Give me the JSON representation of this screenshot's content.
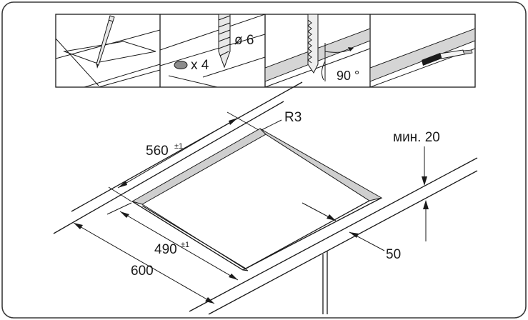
{
  "steps": [
    {
      "icon": "pencil-marking-icon"
    },
    {
      "icon": "drill-holes-icon",
      "count_label": "x 4",
      "drill_label": "ø 6"
    },
    {
      "icon": "jigsaw-cut-icon",
      "angle_label": "90 °"
    },
    {
      "icon": "sealant-brush-icon"
    }
  ],
  "dimensions": {
    "radius": "R3",
    "length_outer": "560",
    "length_outer_tol": "±1",
    "width_cutout": "490",
    "width_cutout_tol": "±1",
    "depth_worktop": "600",
    "edge_distance": "50",
    "min_thickness": "мин. 20"
  },
  "colors": {
    "line": "#1a1a1a",
    "cut_band": "#cfcfcf",
    "frame": "#3a3a3a",
    "watermark": "#d9d9d9"
  }
}
